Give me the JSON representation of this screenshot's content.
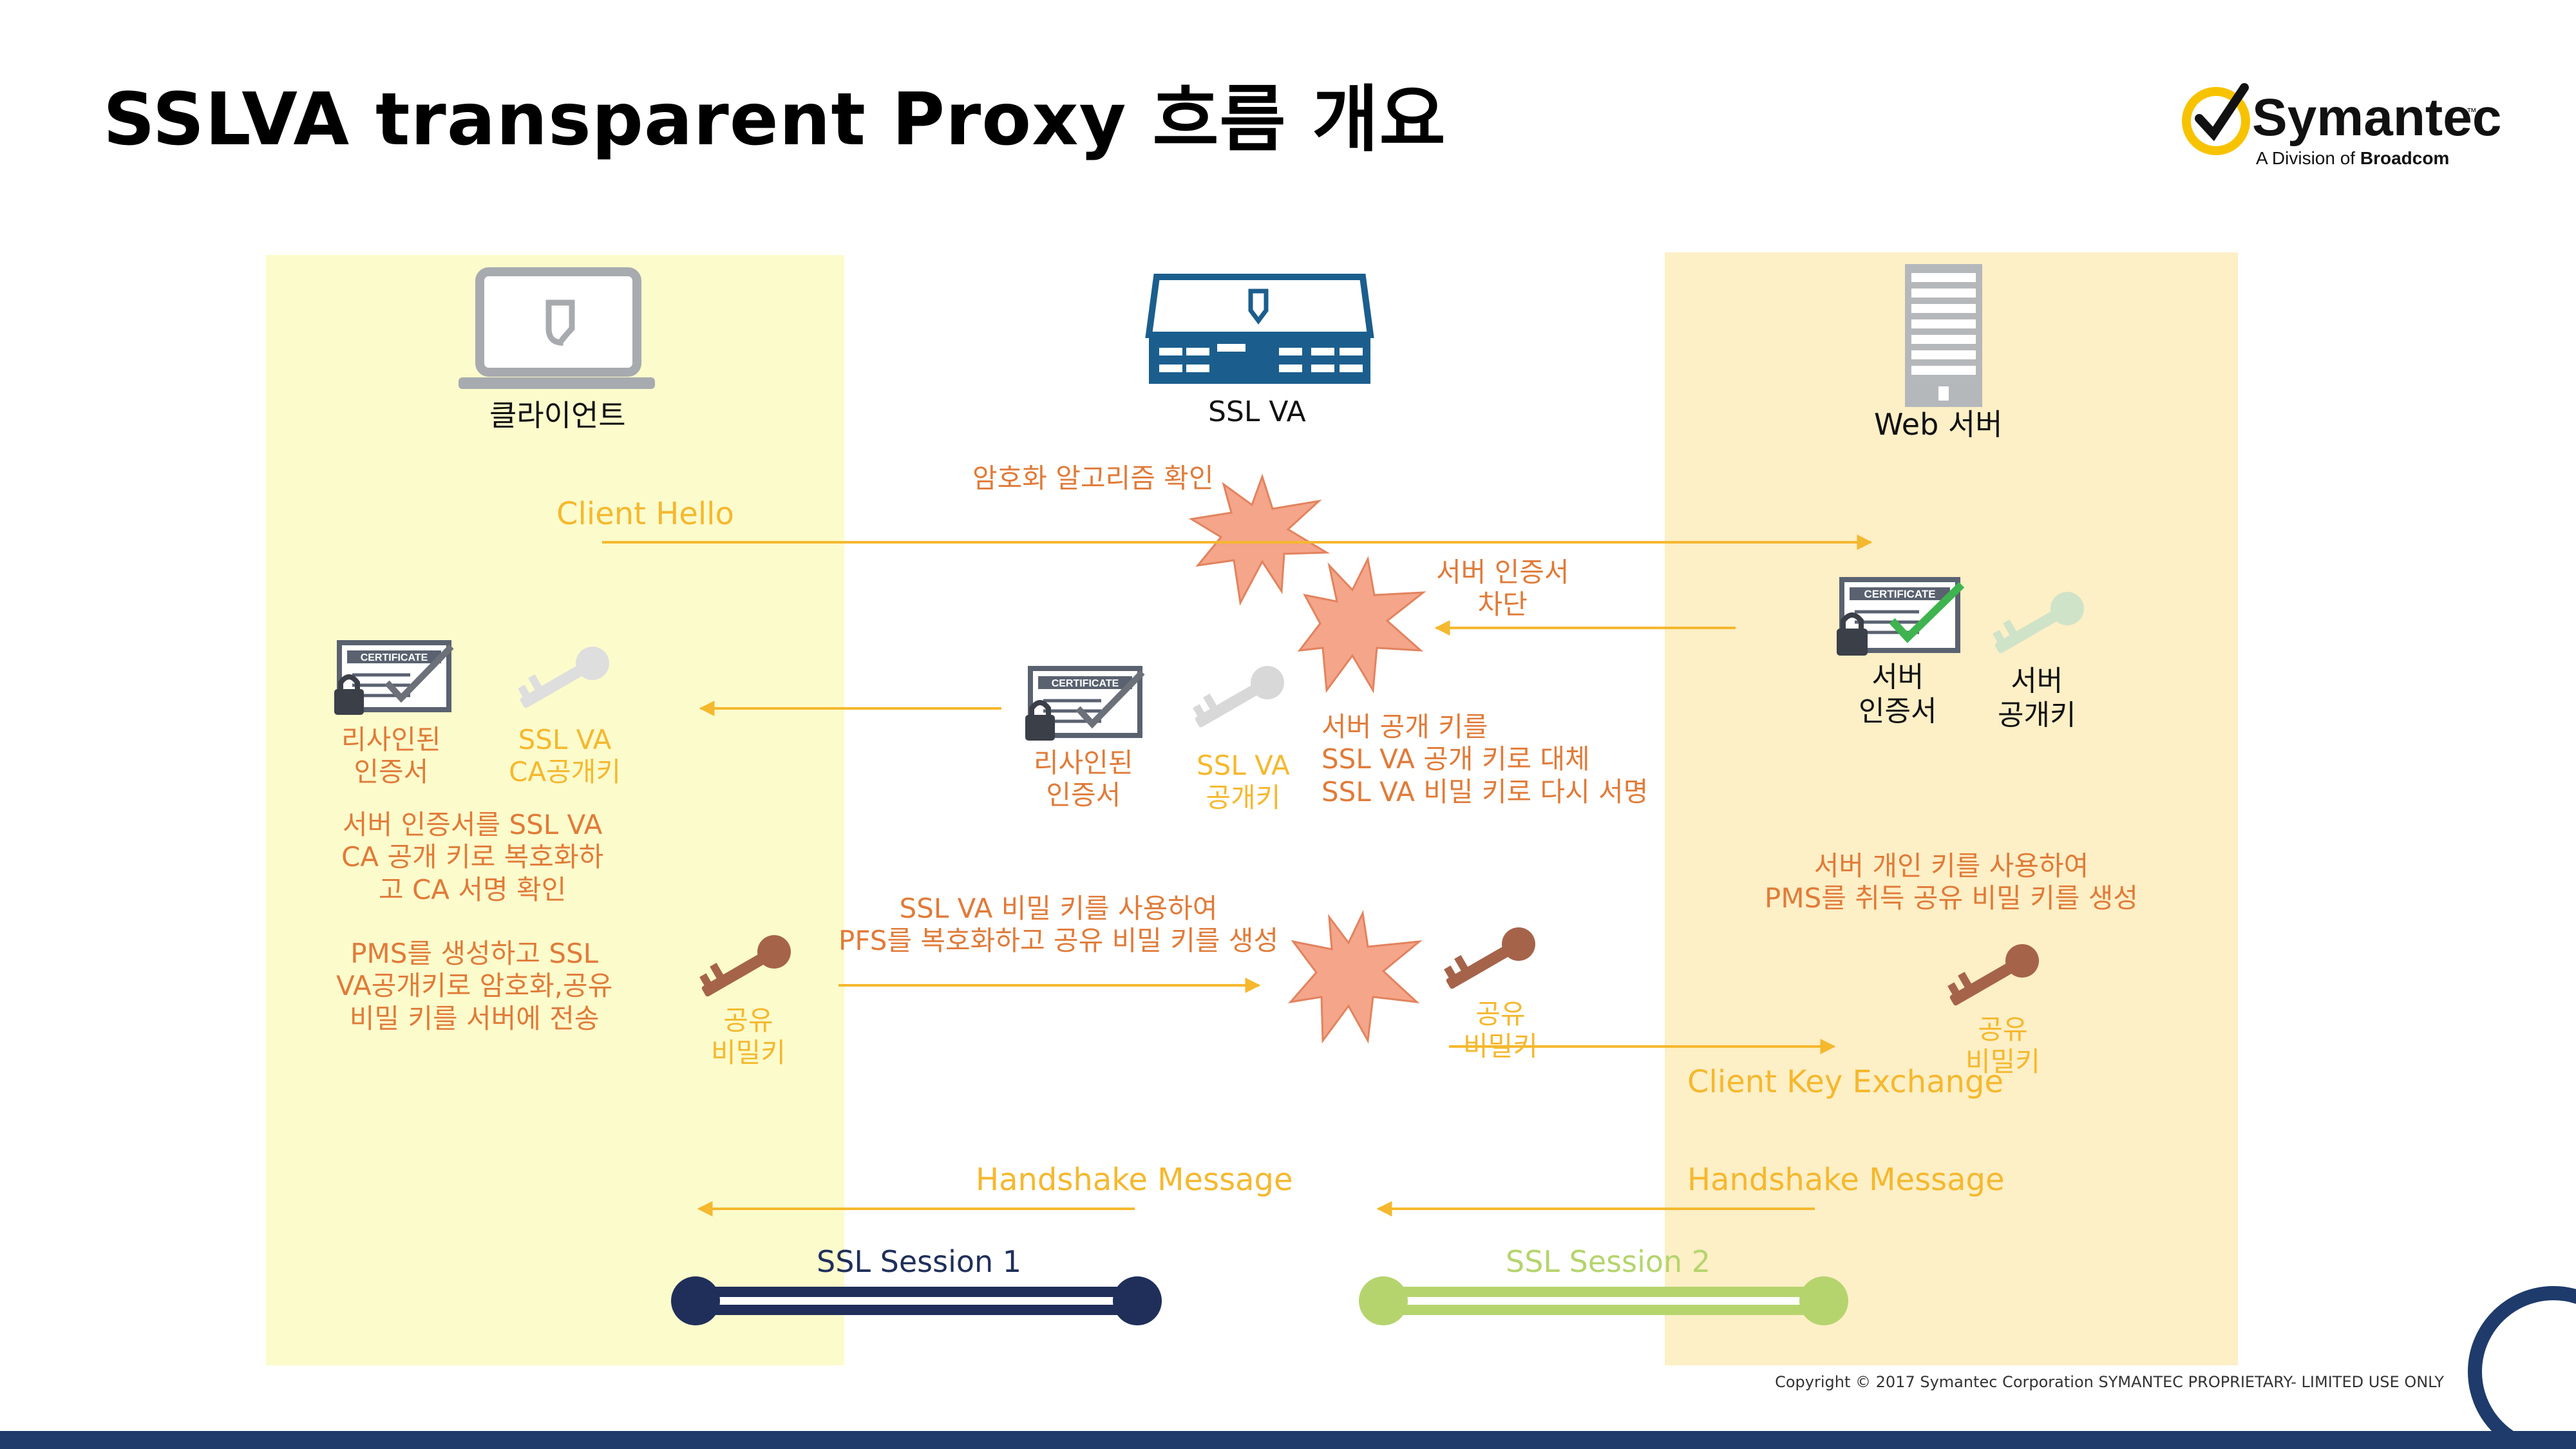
{
  "header": {
    "title": "SSLVA transparent Proxy 흐름 개요"
  },
  "logo": {
    "name": "Symantec",
    "tm": "™",
    "tagline_prefix": "A Division of",
    "tagline_brand": "Broadcom"
  },
  "nodes": {
    "client": "클라이언트",
    "proxy": "SSL VA",
    "server": "Web 서버"
  },
  "steps": {
    "client_hello": "Client Hello",
    "cipher_check": "암호화 알고리즘 확인",
    "cert_block": [
      "서버 인증서",
      "차단"
    ],
    "server_cert": [
      "서버",
      "인증서"
    ],
    "server_pubkey": [
      "서버",
      "공개키"
    ],
    "va_resigned_cert": [
      "리사인된",
      "인증서"
    ],
    "va_pubkey": [
      "SSL VA",
      "공개키"
    ],
    "replace_key": [
      "서버 공개 키를",
      "SSL VA 공개 키로 대체",
      "SSL VA 비밀 키로 다시 서명"
    ],
    "client_resigned_cert": [
      "리사인된",
      "인증서"
    ],
    "client_ca_pubkey": [
      "SSL VA",
      "CA공개키"
    ],
    "client_verify": [
      "서버 인증서를 SSL VA",
      "CA 공개 키로 복호화하",
      "고 CA 서명 확인"
    ],
    "client_pms": [
      "PMS를 생성하고 SSL",
      "VA공개키로 암호화,공유",
      "비밀 키를 서버에 전송"
    ],
    "client_secret": [
      "공유",
      "비밀키"
    ],
    "va_decrypt": [
      "SSL VA 비밀 키를 사용하여",
      "PFS를 복호화하고 공유 비밀 키를 생성"
    ],
    "va_secret": [
      "공유",
      "비밀키"
    ],
    "client_key_exchange": "Client Key Exchange",
    "server_private": [
      "서버 개인 키를 사용하여",
      "PMS를 취득 공유 비밀 키를 생성"
    ],
    "server_secret": [
      "공유",
      "비밀키"
    ],
    "handshake_left": "Handshake Message",
    "handshake_right": "Handshake Message",
    "session1": "SSL Session 1",
    "session2": "SSL Session 2",
    "cert_badge": "CERTIFICATE"
  },
  "footer": {
    "copyright": "Copyright © 2017 Symantec Corporation SYMANTEC PROPRIETARY- LIMITED USE ONLY"
  },
  "colors": {
    "orange": "#e07b39",
    "yellow": "#f5b82e",
    "navy": "#1f3b6b",
    "green": "#b5d46e",
    "burst": "#f4a58a"
  },
  "icons": [
    "laptop-icon",
    "appliance-icon",
    "server-rack-icon",
    "certificate-icon",
    "key-icon",
    "burst-icon",
    "ring-icon"
  ]
}
